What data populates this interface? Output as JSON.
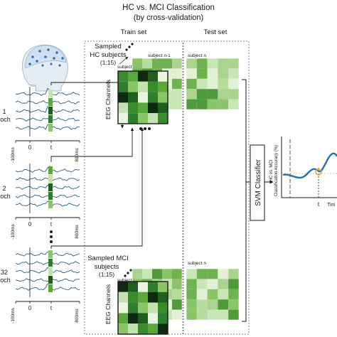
{
  "title": {
    "line1": "HC vs. MCI Classification",
    "line2": "(by cross-validation)"
  },
  "sets": {
    "train": "Train set",
    "test": "Test set"
  },
  "hc": {
    "label_line1": "Sampled",
    "label_line2": "HC subjects",
    "label_line3": "(1:15)",
    "subject_first": "subject 1",
    "subject_nminus1": "subject n-1",
    "subject_n": "subject n",
    "channels_label": "EEG Channels"
  },
  "mci": {
    "label_line1": "Sampled MCI",
    "label_line2": "subjects",
    "label_line3": "(1:15)",
    "subject_first": "subject 1",
    "subject_n": "subject n",
    "channels_label": "EEG Channels"
  },
  "epochs": [
    {
      "num": "1",
      "suffix": "och",
      "t_neg": "-100ms",
      "t_zero": "0",
      "t_t": "t",
      "t_end": "800ms"
    },
    {
      "num": "2",
      "suffix": "och",
      "t_neg": "-100ms",
      "t_zero": "0",
      "t_t": "t",
      "t_end": "800ms"
    },
    {
      "num": "32",
      "suffix": "och",
      "t_neg": "-100ms",
      "t_zero": "0",
      "t_t": "t",
      "t_end": "800ms"
    }
  ],
  "classifier": {
    "label": "SVM Classifier"
  },
  "result_plot": {
    "ylabel_line1": "HC vs. MCI",
    "ylabel_line2": "Classification Accuracy (%)",
    "xtick_t": "t",
    "xlabel": "Tim"
  },
  "colors": {
    "trace": "#2a5d8a",
    "dark_green": "#1f5e1f",
    "mid_green": "#5aa83a",
    "light_green": "#c5e3b0",
    "accuracy_line": "#2a6fa8",
    "highlight": "#e8a838"
  }
}
